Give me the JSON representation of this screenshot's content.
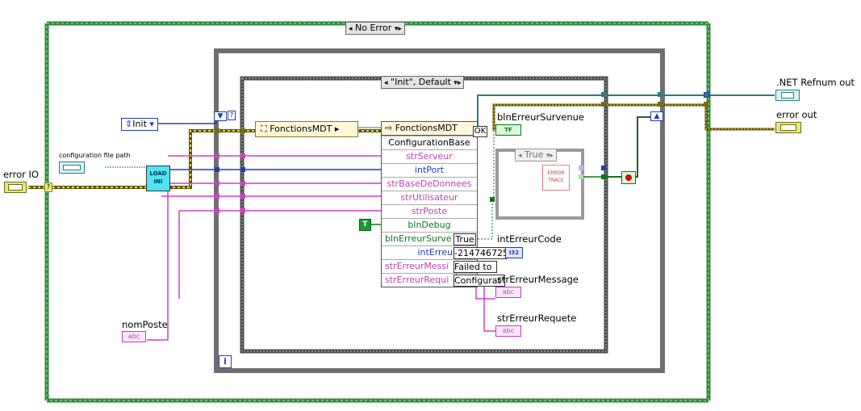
{
  "outer_case": {
    "selector": "No Error"
  },
  "inner_case": {
    "selector": "\"Init\", Default"
  },
  "nested_case": {
    "selector": "True"
  },
  "loop_index": "i",
  "enum_init": "Init",
  "labels": {
    "error_io": "error IO",
    "config_path": "configuration file path",
    "nom_poste": "nomPoste",
    "net_refnum_out": ".NET Refnum out",
    "error_out": "error out",
    "bln_erreur_survenue": "blnErreurSurvenue",
    "int_erreur_code": "intErreurCode",
    "str_erreur_message": "strErreurMessage",
    "str_erreur_requete": "strErreurRequete"
  },
  "load_ini": {
    "line1": "LOAD",
    "line2": "INI"
  },
  "class_constant": "FonctionsMDT",
  "property_node": {
    "class": "FonctionsMDT",
    "ok": "OK",
    "rows": [
      "ConfigurationBase",
      "strServeur",
      "intPort",
      "strBaseDeDonnees",
      "strUtilisateur",
      "strPoste",
      "blnDebug",
      "blnErreurSurve",
      "intErreurCod",
      "strErreurMessi",
      "strErreurRequi"
    ],
    "probes": [
      "True",
      "-2147467259",
      "Failed to *",
      "Configurat*"
    ]
  },
  "error_trace": {
    "line1": "ERROR",
    "line2": "TRACE"
  },
  "terminals": {
    "error_io": "?",
    "config_path": "",
    "nom_poste": "abc",
    "net_refnum": "",
    "error_out": "",
    "bool_ind": "TF",
    "int_ind": "I32",
    "str_msg": "abc",
    "str_req": "abc",
    "true_const": "T",
    "question": "?"
  }
}
